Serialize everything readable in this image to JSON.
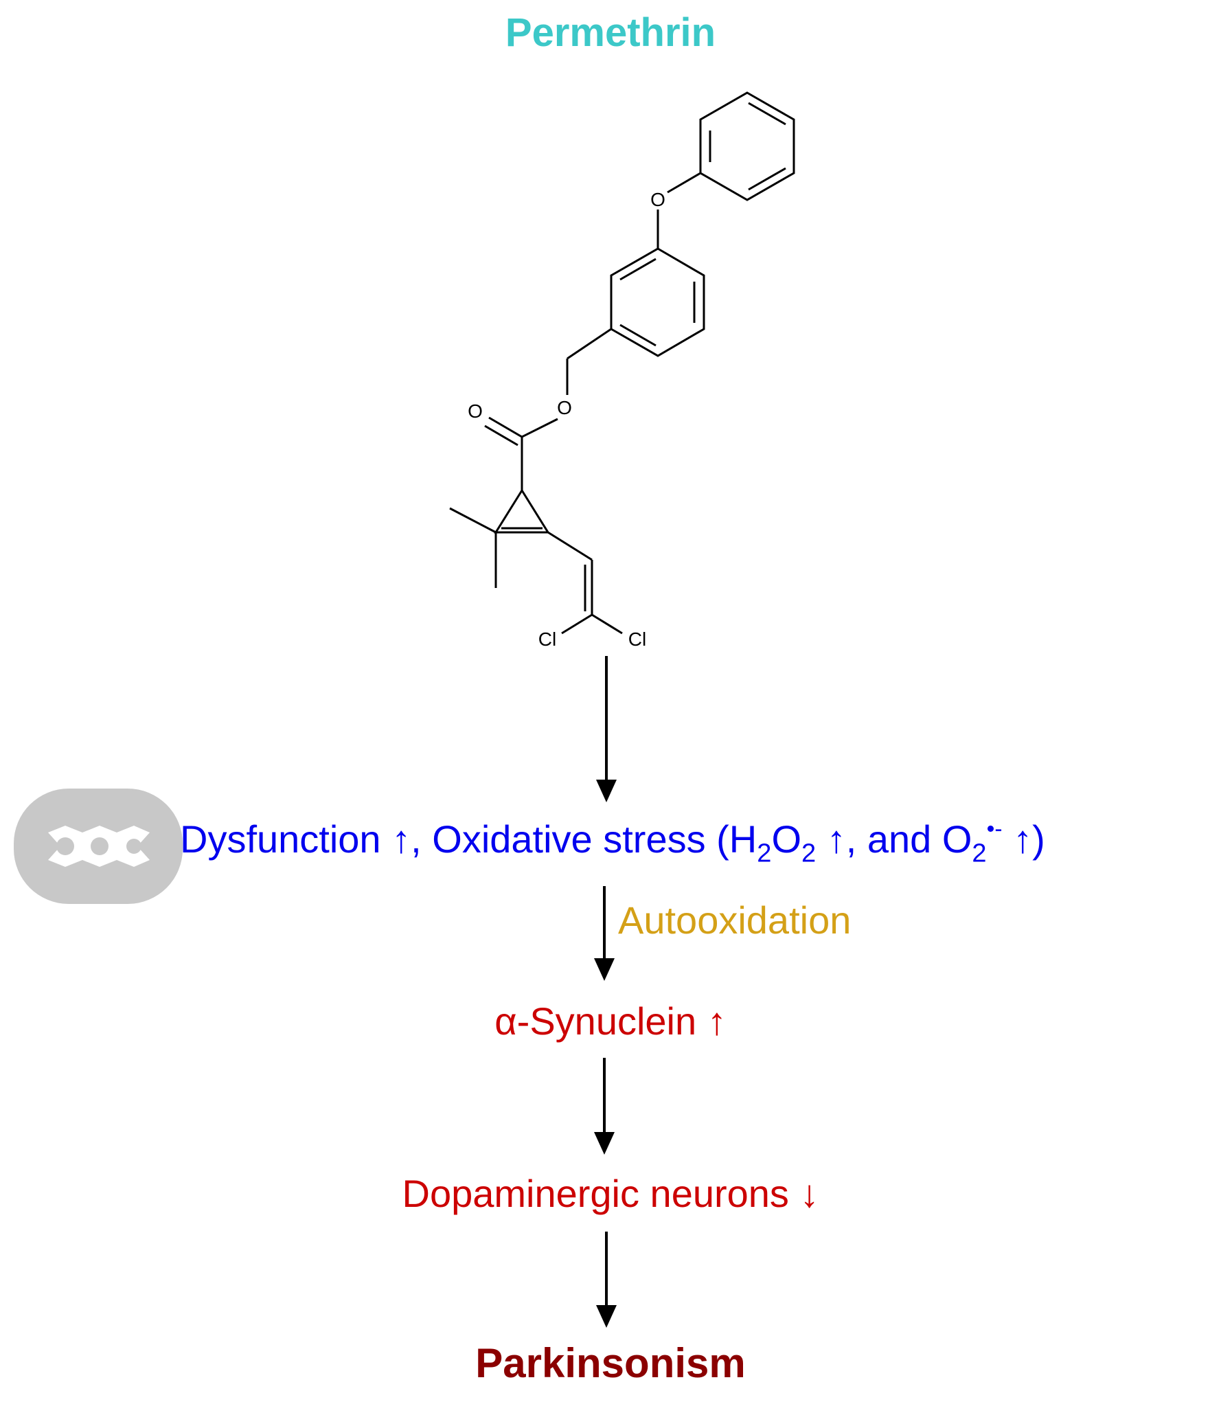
{
  "title": "Permethrin",
  "molecule": {
    "atom_labels": {
      "ether_o": "O",
      "carbonyl_o": "O",
      "ester_o": "O",
      "cl_left": "Cl",
      "cl_right": "Cl"
    }
  },
  "stages": {
    "stage1": {
      "prefix": "Dysfunction ",
      "p2": ", Oxidative stress (H",
      "s1": "2",
      "p3": "O",
      "s2": "2",
      "p4": " ",
      "p5": ", and O",
      "s3": "2",
      "sup": "•-",
      "p6": " ",
      "p7": ")",
      "arrow_up": "↑"
    },
    "step_label": "Autooxidation",
    "stage2": {
      "text": "α-Synuclein ",
      "arrow": "↑"
    },
    "stage3": {
      "text": "Dopaminergic neurons ",
      "arrow": "↓"
    },
    "result": "Parkinsonism"
  },
  "colors": {
    "title": "#3cc8c8",
    "stage1": "#0000ee",
    "step_label": "#d4a017",
    "stage2": "#cc0000",
    "stage3": "#cc0000",
    "result": "#8b0000",
    "mitochondrion": "#c8c8c8",
    "arrows": "#000000"
  },
  "icons": {
    "organelle": "mitochondrion-icon"
  }
}
